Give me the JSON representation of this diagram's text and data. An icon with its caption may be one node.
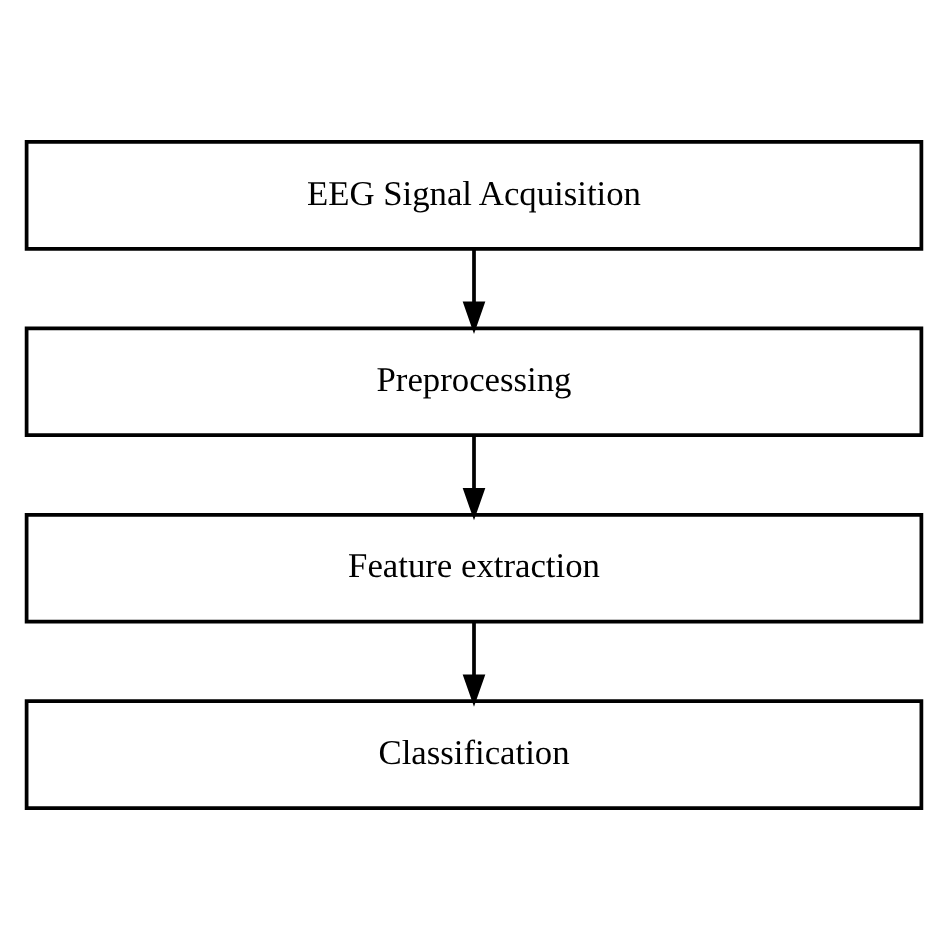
{
  "diagram": {
    "nodes": [
      {
        "text": [
          "EEG Signal Acquisition"
        ]
      },
      {
        "text": [
          "Preprocessing"
        ]
      },
      {
        "text": [
          "Feature extraction"
        ]
      },
      {
        "text": [
          "Classification"
        ]
      }
    ],
    "edges": [
      {
        "from": 0,
        "to": 1,
        "arrow": "to"
      },
      {
        "from": 1,
        "to": 2,
        "arrow": "to"
      },
      {
        "from": 2,
        "to": 3,
        "arrow": "to"
      }
    ]
  }
}
